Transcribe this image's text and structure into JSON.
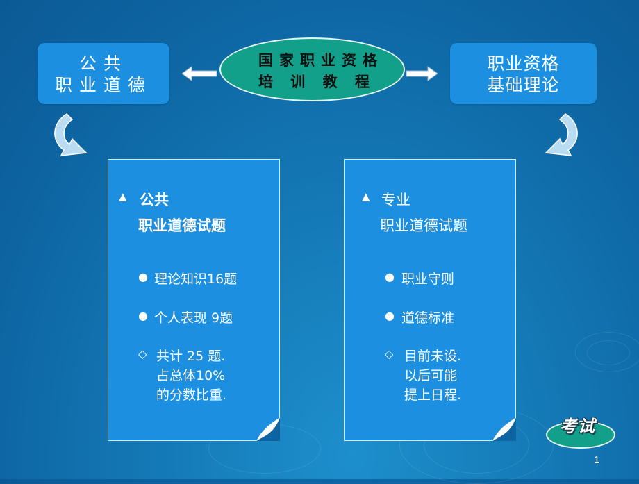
{
  "center_title": {
    "line1": "国家职业资格",
    "line2": "培 训 教 程"
  },
  "left_box": {
    "line1": "公共",
    "line2": "职业道德"
  },
  "right_box": {
    "line1": "职业资格",
    "line2": "基础理论"
  },
  "left_panel": {
    "heading_marker": "▲",
    "heading_line1": "公共",
    "heading_line2": "职业道德试题",
    "bullet_marker": "●",
    "items": [
      "理论知识16题",
      "个人表现 9题"
    ],
    "summary_marker": "◇",
    "summary_line1": "共计 25 题.",
    "summary_line2": "占总体10%",
    "summary_line3": "的分数比重."
  },
  "right_panel": {
    "heading_marker": "▲",
    "heading_line1": "专业",
    "heading_line2": "职业道德试题",
    "bullet_marker": "●",
    "items": [
      "职业守则",
      "道德标准"
    ],
    "summary_marker": "◇",
    "summary_line1": "目前未设.",
    "summary_line2": "以后可能",
    "summary_line3": "提上日程."
  },
  "exam_button": {
    "label": "考试"
  },
  "page_number": "1",
  "colors": {
    "box_blue": "#1c8fe0",
    "ellipse_teal": "#12a08a",
    "background": "#0d64a1"
  }
}
